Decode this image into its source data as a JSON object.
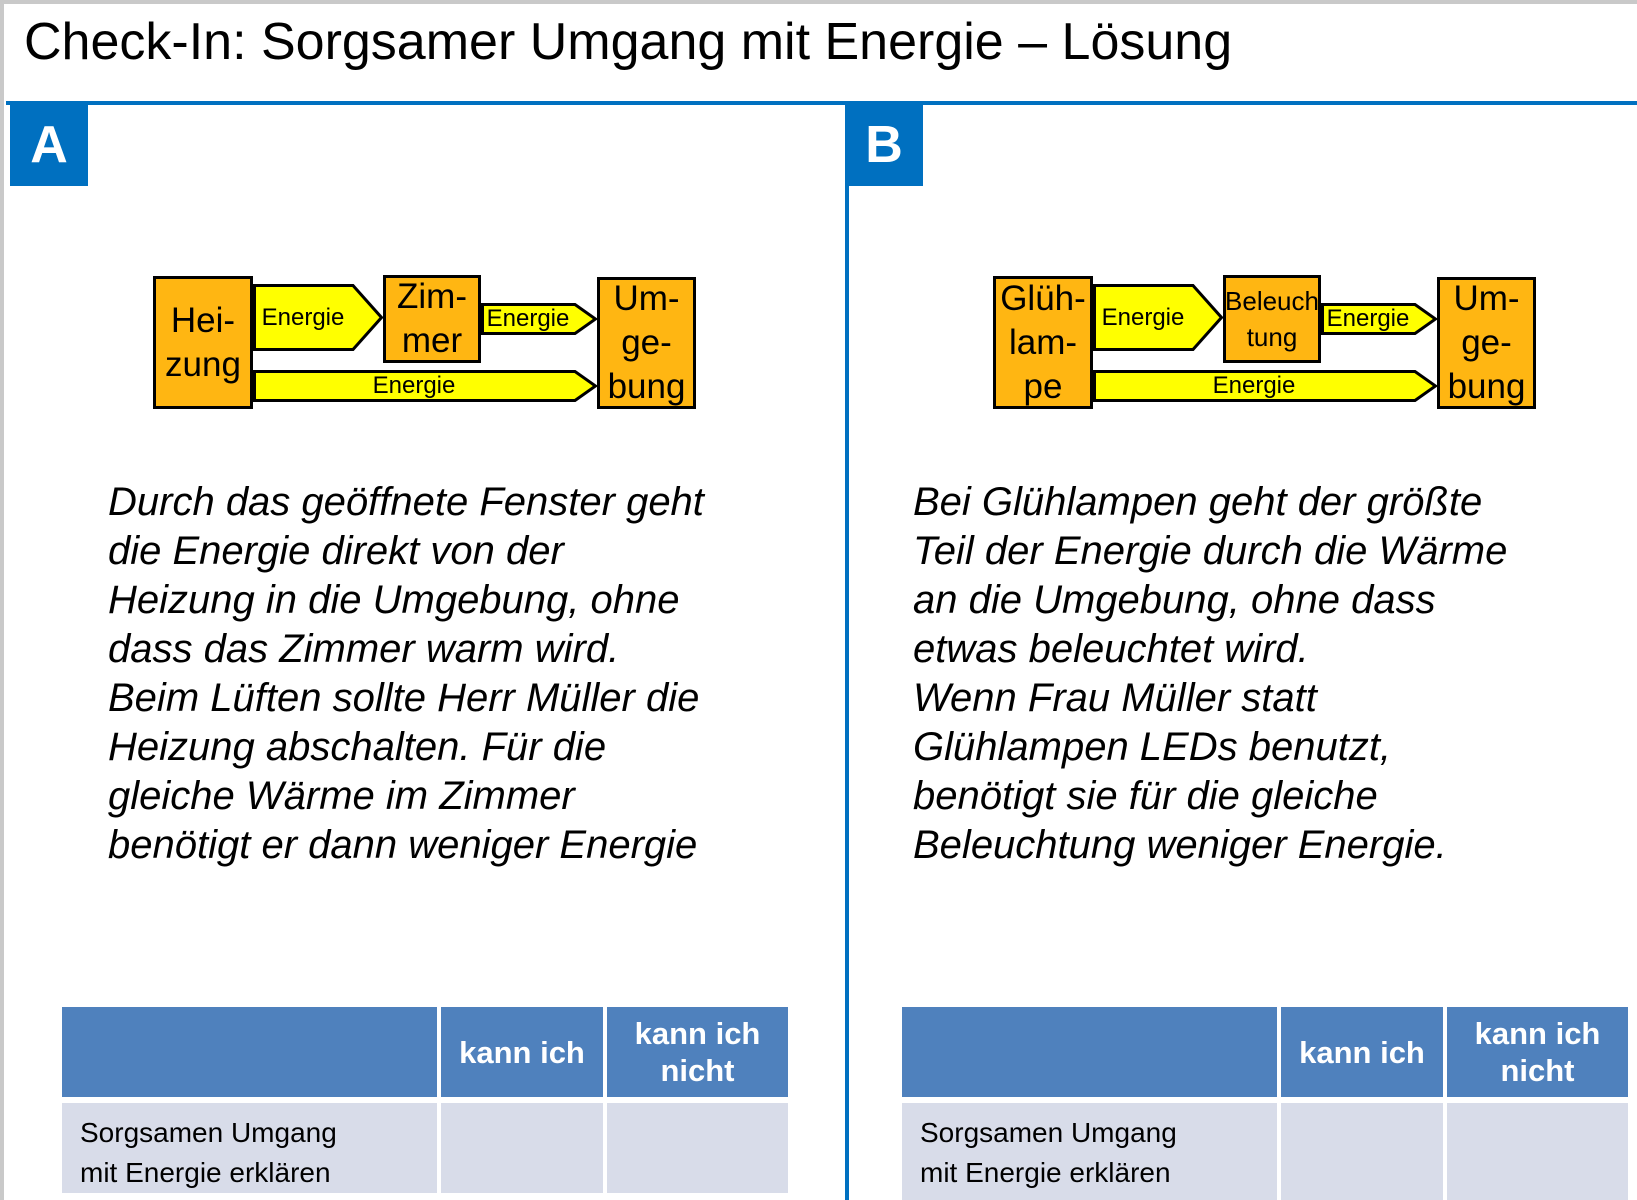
{
  "title": "Check-In: Sorgsamer Umgang mit Energie – Lösung",
  "colors": {
    "accent_blue": "#0070C0",
    "table_header_blue": "#4F81BD",
    "table_row_light": "#D8DCE9",
    "diagram_box_orange": "#FFB612",
    "diagram_arrow_yellow": "#FFFF00"
  },
  "panels": [
    {
      "badge": "A",
      "diagram": {
        "source_label": "Hei-\nzung",
        "middle_label": "Zim-\nmer",
        "sink_label": "Um-\nge-\nbung",
        "arrow1_label": "Energie",
        "arrow2_label": "Energie",
        "arrow3_label": "Energie"
      },
      "solution_text": "Durch das geöffnete Fenster geht\ndie Energie direkt von der\nHeizung in die Umgebung, ohne\ndass das Zimmer warm wird.\nBeim Lüften sollte Herr Müller die\nHeizung abschalten. Für die\ngleiche Wärme im Zimmer\nbenötigt er dann weniger Energie",
      "table": {
        "header_col2": "kann ich",
        "header_col3": "kann ich\nnicht",
        "row_label": "Sorgsamen Umgang\nmit Energie erklären"
      }
    },
    {
      "badge": "B",
      "diagram": {
        "source_label": "Glüh-\nlam-\npe",
        "middle_label": "Beleuch\ntung",
        "sink_label": "Um-\nge-\nbung",
        "arrow1_label": "Energie",
        "arrow2_label": "Energie",
        "arrow3_label": "Energie"
      },
      "solution_text": "Bei Glühlampen geht der größte\nTeil der Energie durch die Wärme\nan die Umgebung, ohne dass\netwas beleuchtet wird.\nWenn Frau Müller statt\nGlühlampen LEDs benutzt,\nbenötigt sie für die gleiche\nBeleuchtung weniger Energie.",
      "table": {
        "header_col2": "kann ich",
        "header_col3": "kann ich\nnicht",
        "row_label": "Sorgsamen Umgang\nmit Energie erklären"
      }
    }
  ]
}
